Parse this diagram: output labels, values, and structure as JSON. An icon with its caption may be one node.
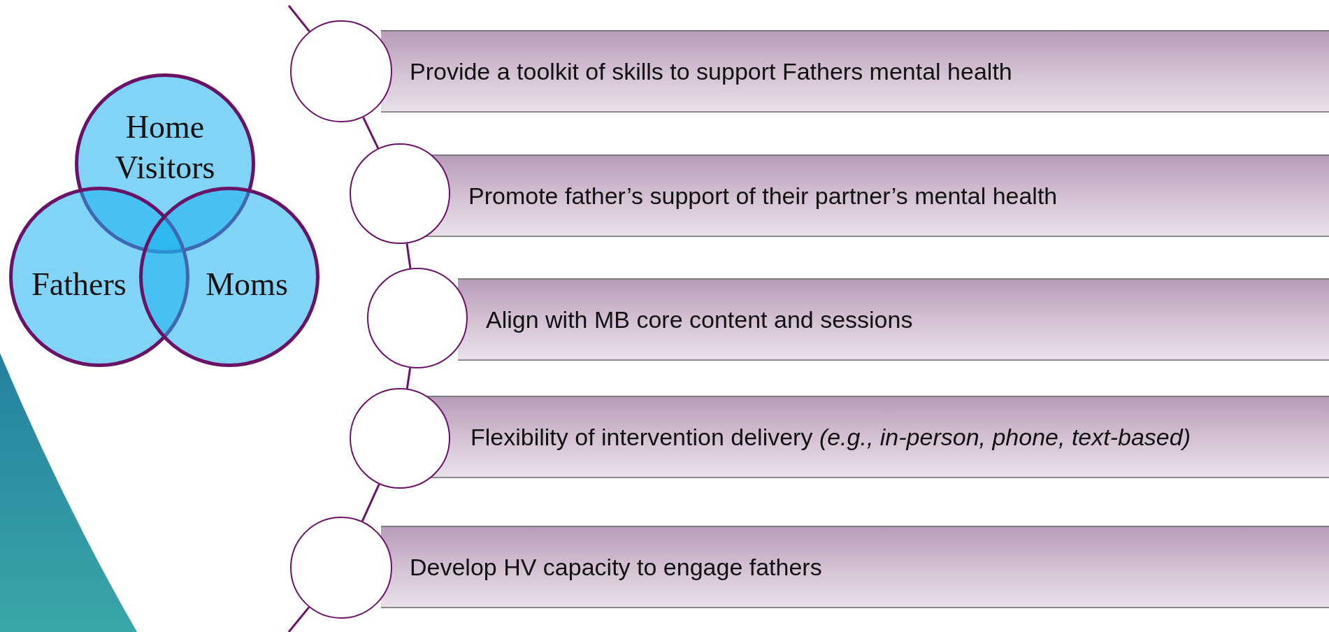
{
  "diagram": {
    "nodes": [
      {
        "text": [
          "Home Visitors"
        ]
      },
      {
        "text": [
          "Fathers"
        ]
      },
      {
        "text": [
          "Moms"
        ]
      },
      {
        "text": [],
        "shape": "circle"
      },
      {
        "text": [
          "Provide a toolkit of skills to support Fathers mental  health"
        ]
      },
      {
        "text": [],
        "shape": "circle"
      },
      {
        "text": [
          "Promote father’s support of their partner’s mental health"
        ]
      },
      {
        "text": [],
        "shape": "circle"
      },
      {
        "text": [
          "Align with MB core content and sessions"
        ]
      },
      {
        "text": [],
        "shape": "circle"
      },
      {
        "text": [
          "Flexibility of intervention delivery *(e.g., in-person, phone, text-based)*"
        ]
      },
      {
        "text": [],
        "shape": "circle"
      },
      {
        "text": [
          "Develop HV capacity to engage fathers"
        ]
      }
    ],
    "edges": [
      {
        "from": null,
        "to": 3,
        "arrow": "none"
      },
      {
        "from": 3,
        "to": 5,
        "arrow": "none"
      },
      {
        "from": 5,
        "to": 7,
        "arrow": "none"
      },
      {
        "from": 7,
        "to": 9,
        "arrow": "none"
      },
      {
        "from": 9,
        "to": 11,
        "arrow": "none"
      },
      {
        "from": 11,
        "to": null,
        "arrow": "none"
      }
    ]
  }
}
